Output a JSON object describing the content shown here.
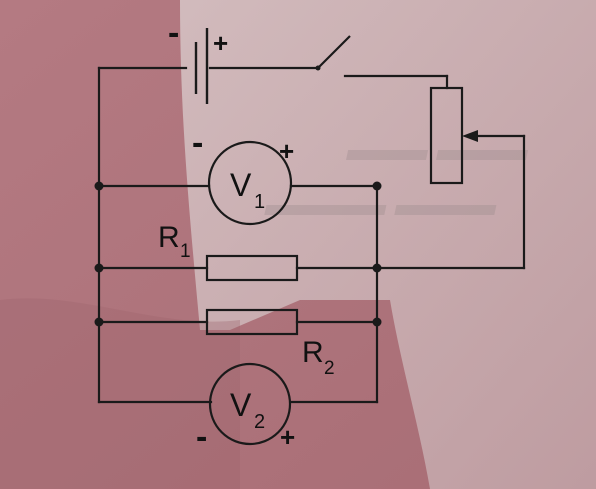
{
  "diagram": {
    "battery": {
      "minus": "-",
      "plus": "+"
    },
    "voltmeter1": {
      "letter": "V",
      "subscript": "1",
      "minus": "-",
      "plus": "+"
    },
    "voltmeter2": {
      "letter": "V",
      "subscript": "2",
      "minus": "-",
      "plus": "+"
    },
    "resistor1": {
      "letter": "R",
      "subscript": "1"
    },
    "resistor2": {
      "letter": "R",
      "subscript": "2"
    },
    "colors": {
      "page": "#b57f86",
      "light_region": "#ccb6b8",
      "wire": "#1a1a1a"
    }
  }
}
